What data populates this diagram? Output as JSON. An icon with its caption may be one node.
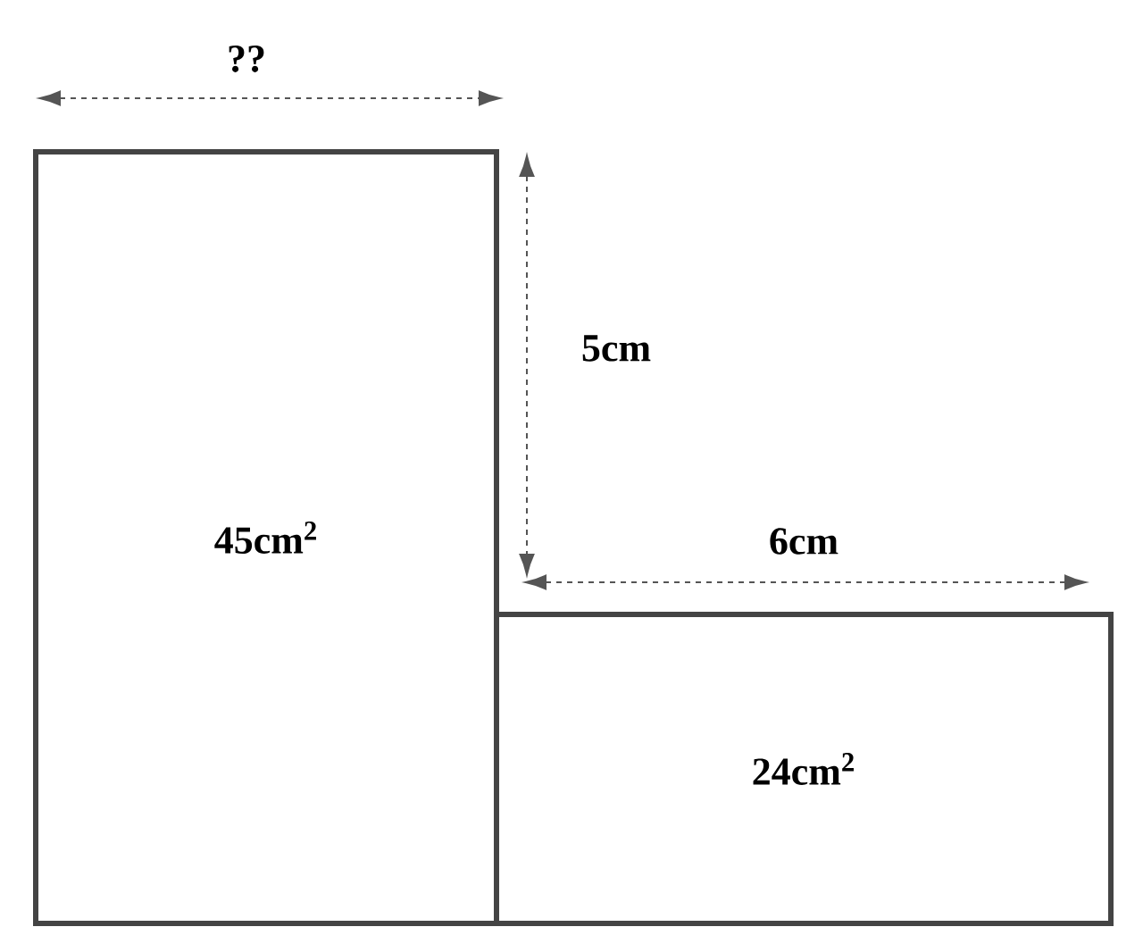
{
  "diagram": {
    "nodes": [
      {
        "text": [
          "45cm$^{2}$"
        ]
      },
      {
        "text": [
          "24cm$^{2}$"
        ]
      }
    ],
    "labels": [
      "??",
      "5cm",
      "6cm"
    ]
  }
}
